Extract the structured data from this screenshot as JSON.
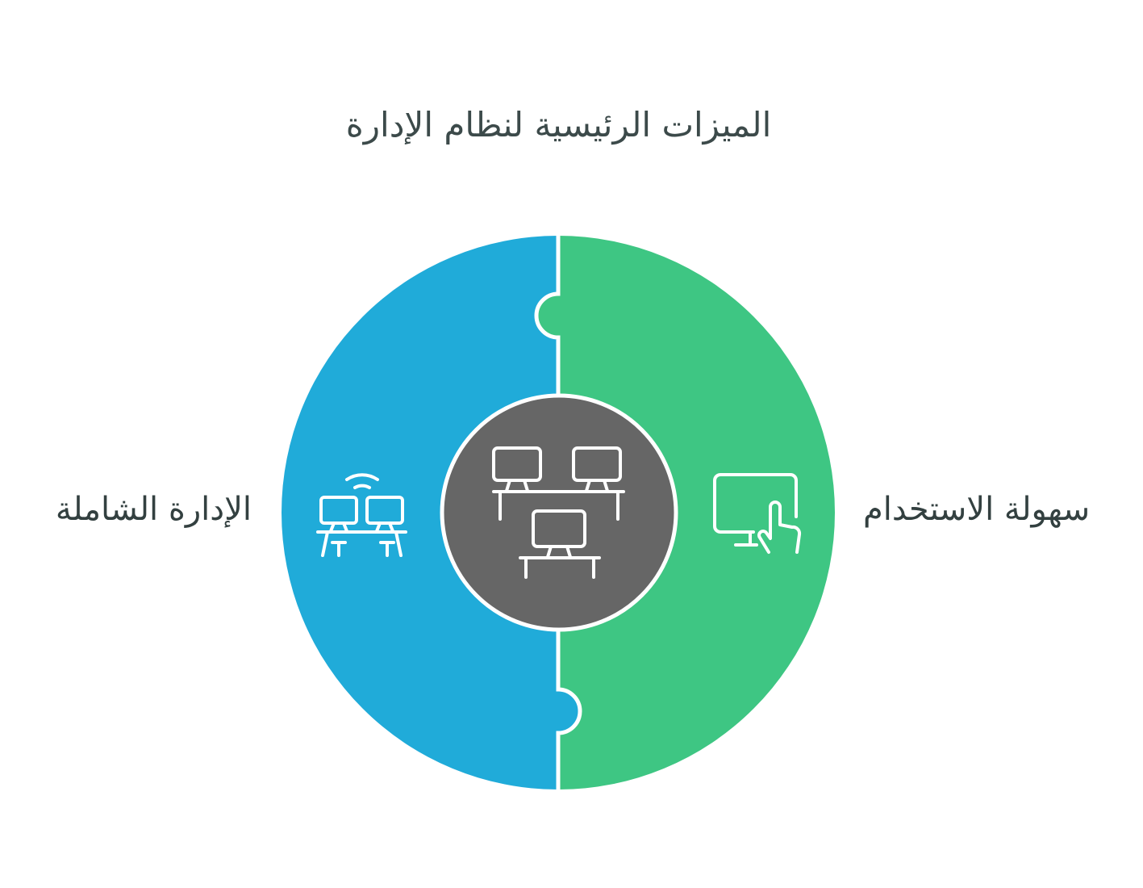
{
  "title": "الميزات الرئيسية لنظام الإدارة",
  "left_piece": {
    "label": "الإدارة الشاملة",
    "icon": "networked-computers-icon",
    "color": "#20abd9"
  },
  "right_piece": {
    "label": "سهولة الاستخدام",
    "icon": "touch-monitor-icon",
    "color": "#3ec683"
  },
  "center": {
    "icon": "computer-network-icon",
    "color": "#666666"
  }
}
